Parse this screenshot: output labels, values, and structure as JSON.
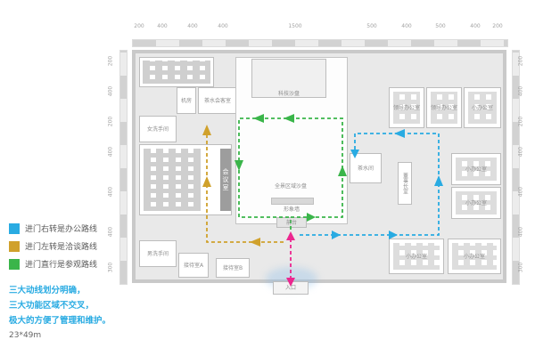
{
  "dims": {
    "top": [
      "200",
      "400",
      "400",
      "400",
      "1500",
      "500",
      "400",
      "500",
      "400",
      "200"
    ],
    "left": [
      "200",
      "400",
      "200",
      "400",
      "400",
      "400",
      "300"
    ],
    "right": [
      "200",
      "400",
      "200",
      "400",
      "400",
      "400",
      "300"
    ]
  },
  "rooms": [
    {
      "label": "机房"
    },
    {
      "label": "茶水会客室"
    },
    {
      "label": "女洗手间"
    },
    {
      "label": "会议室"
    },
    {
      "label": "科技沙盘"
    },
    {
      "label": "全景区域沙盘"
    },
    {
      "label": "形象墙"
    },
    {
      "label": "前台"
    },
    {
      "label": "领导办公室"
    },
    {
      "label": "领导办公室"
    },
    {
      "label": "小办公室"
    },
    {
      "label": "茶水间"
    },
    {
      "label": "董事长室"
    },
    {
      "label": "小办公室"
    },
    {
      "label": "小办公室"
    },
    {
      "label": "小办公室"
    },
    {
      "label": "小办公室"
    },
    {
      "label": "男洗手间"
    },
    {
      "label": "接待室A"
    },
    {
      "label": "接待室B"
    },
    {
      "label": "入口"
    }
  ],
  "legend": [
    {
      "color": "#29abe2",
      "label": "进门右转是办公路线"
    },
    {
      "color": "#d0a12c",
      "label": "进门左转是洽谈路线"
    },
    {
      "color": "#3ab54a",
      "label": "进门直行是参观路线"
    }
  ],
  "notes": {
    "line1": "三大动线划分明确，",
    "line2": "三大功能区域不交叉，",
    "line3": "极大的方便了管理和维护。",
    "dimension": "23*49m"
  },
  "routes": {
    "office_color": "#29abe2",
    "negotiation_color": "#d0a12c",
    "visit_color": "#3ab54a",
    "entrance_color": "#ec268f"
  }
}
